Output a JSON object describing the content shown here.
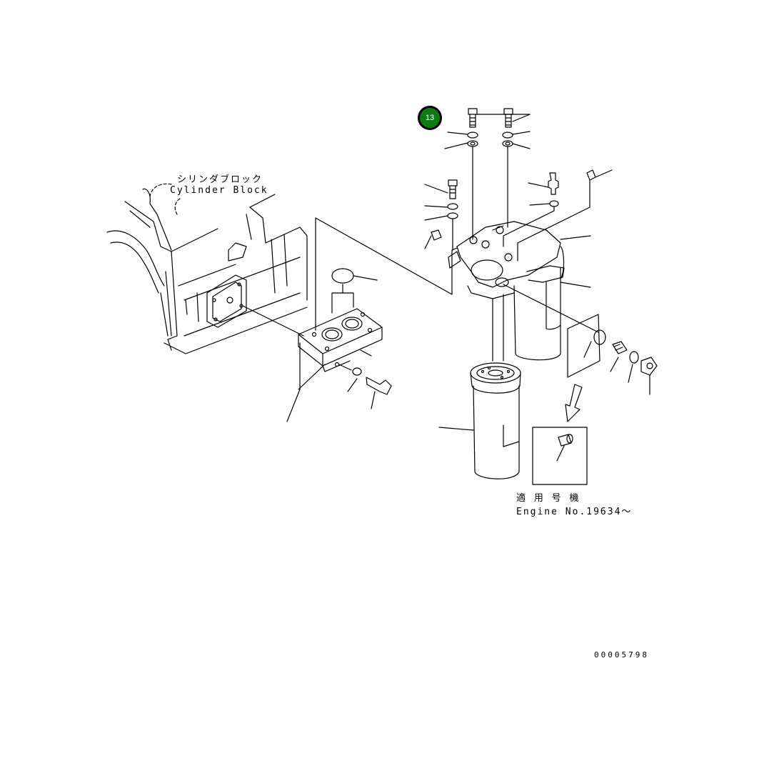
{
  "labels": {
    "cylinder_block_jp": "シリンダブロック",
    "cylinder_block_en": "Cylinder Block",
    "applicable_jp": "適 用 号 機",
    "applicable_en": "Engine No.19634～",
    "drawing_number": "00005798"
  },
  "callouts": [
    {
      "number": "13"
    }
  ],
  "colors": {
    "line": "#000000",
    "callout_fill": "#0e7a12",
    "callout_text": "#ffffff"
  }
}
